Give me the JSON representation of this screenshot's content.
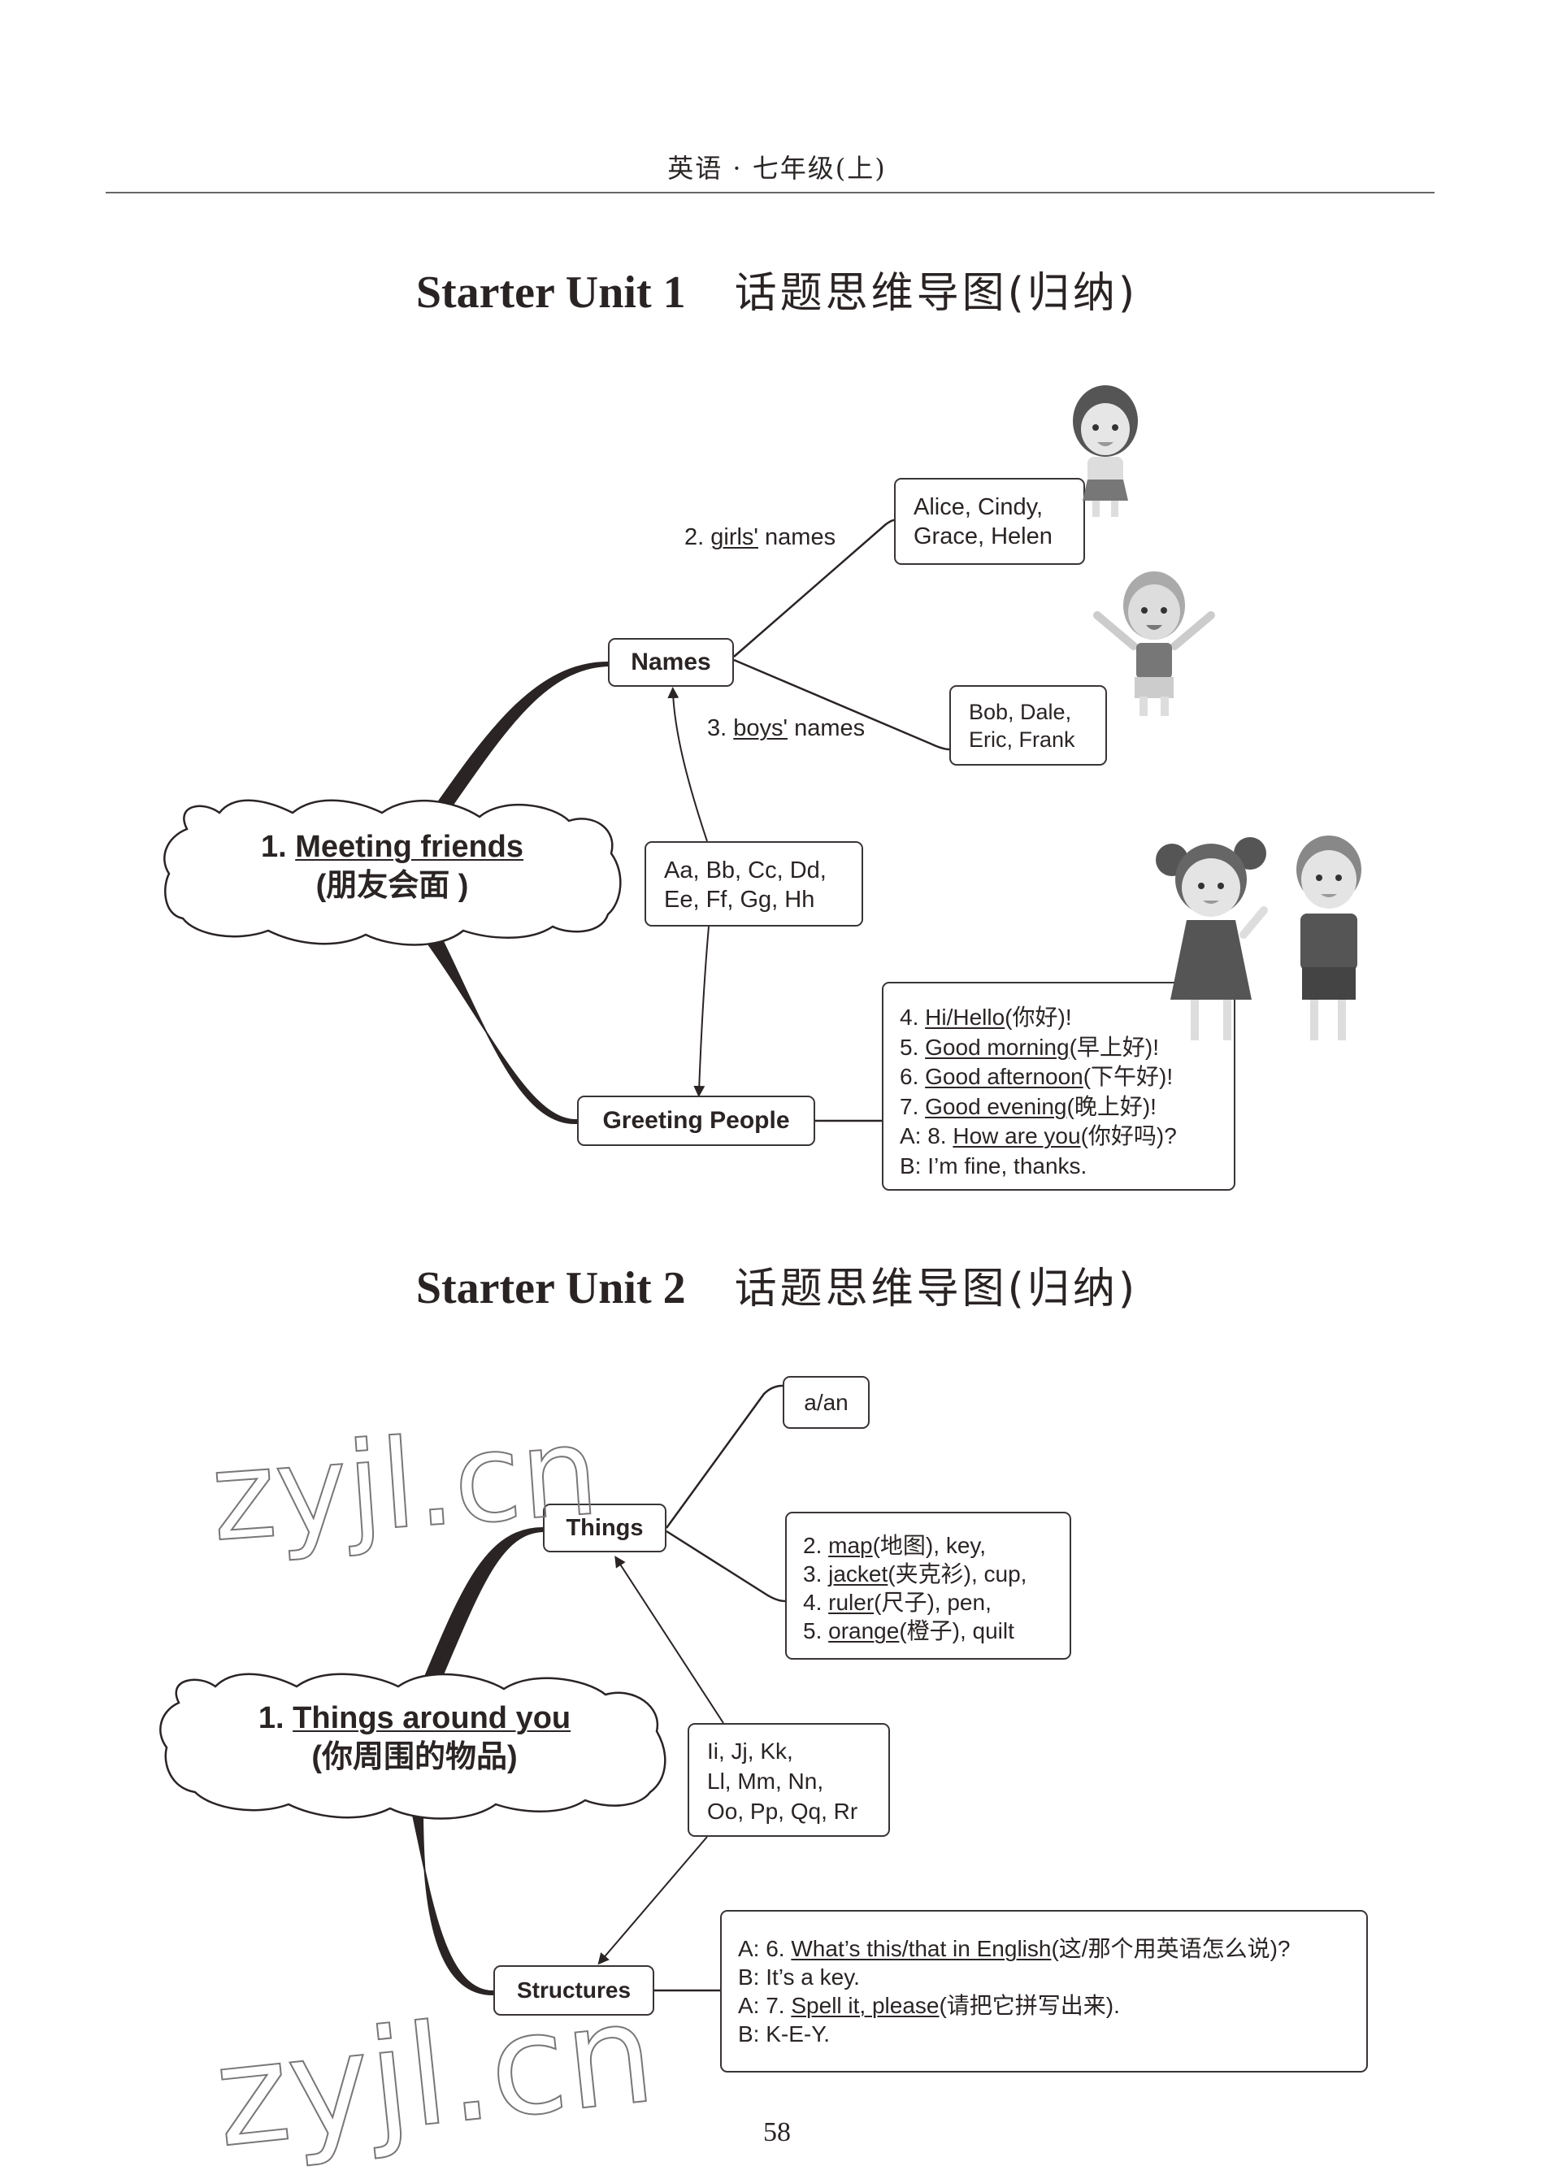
{
  "header": {
    "running_title": "英语 · 七年级(上)"
  },
  "unit1": {
    "title_en": "Starter Unit 1",
    "title_zh": "话题思维导图(归纳)",
    "central_topic": {
      "number": "1.",
      "answer": "Meeting friends",
      "zh": "(朋友会面 )"
    },
    "names_node": "Names",
    "girls_label": {
      "number": "2.",
      "answer": "girls'",
      "rest": " names"
    },
    "girls_names": [
      "Alice, Cindy,",
      "Grace, Helen"
    ],
    "boys_label": {
      "number": "3.",
      "answer": "boys'",
      "rest": " names"
    },
    "boys_names": [
      "Bob, Dale,",
      "Eric, Frank"
    ],
    "letters": [
      "Aa, Bb, Cc, Dd,",
      "Ee, Ff, Gg, Hh"
    ],
    "greeting_node": "Greeting People",
    "greetings": [
      {
        "prefix": "4. ",
        "answer": "Hi/Hello",
        "rest": "(你好)!"
      },
      {
        "prefix": "5. ",
        "answer": "Good morning",
        "rest": "(早上好)!"
      },
      {
        "prefix": "6. ",
        "answer": "Good afternoon",
        "rest": "(下午好)!"
      },
      {
        "prefix": "7. ",
        "answer": "Good evening",
        "rest": "(晚上好)!"
      },
      {
        "prefix": "A: 8. ",
        "answer": "How are you",
        "rest": "(你好吗)?"
      },
      {
        "prefix": "B: I’m fine, thanks.",
        "answer": "",
        "rest": ""
      }
    ]
  },
  "unit2": {
    "title_en": "Starter Unit 2",
    "title_zh": "话题思维导图(归纳)",
    "central_topic": {
      "number": "1.",
      "answer": "Things around you",
      "zh": "(你周围的物品)"
    },
    "things_node": "Things",
    "article_box": "a/an",
    "items": [
      {
        "prefix": "2. ",
        "answer": "map",
        "rest": "(地图), key,"
      },
      {
        "prefix": "3. ",
        "answer": "jacket",
        "rest": "(夹克衫), cup,"
      },
      {
        "prefix": "4. ",
        "answer": "ruler",
        "rest": "(尺子), pen,"
      },
      {
        "prefix": "5. ",
        "answer": "orange",
        "rest": "(橙子), quilt"
      }
    ],
    "letters": [
      "Ii, Jj, Kk,",
      "Ll, Mm, Nn,",
      "Oo, Pp, Qq, Rr"
    ],
    "structures_node": "Structures",
    "dialogue": [
      {
        "prefix": "A: 6. ",
        "answer": "What’s this/that in English",
        "rest": "(这/那个用英语怎么说)?"
      },
      {
        "prefix": "B: It’s a key.",
        "answer": "",
        "rest": ""
      },
      {
        "prefix": "A: 7. ",
        "answer": "Spell it, please",
        "rest": "(请把它拼写出来)."
      },
      {
        "prefix": "B: K-E-Y.",
        "answer": "",
        "rest": ""
      }
    ]
  },
  "watermark": "zyjl.cn",
  "page_number": "58"
}
